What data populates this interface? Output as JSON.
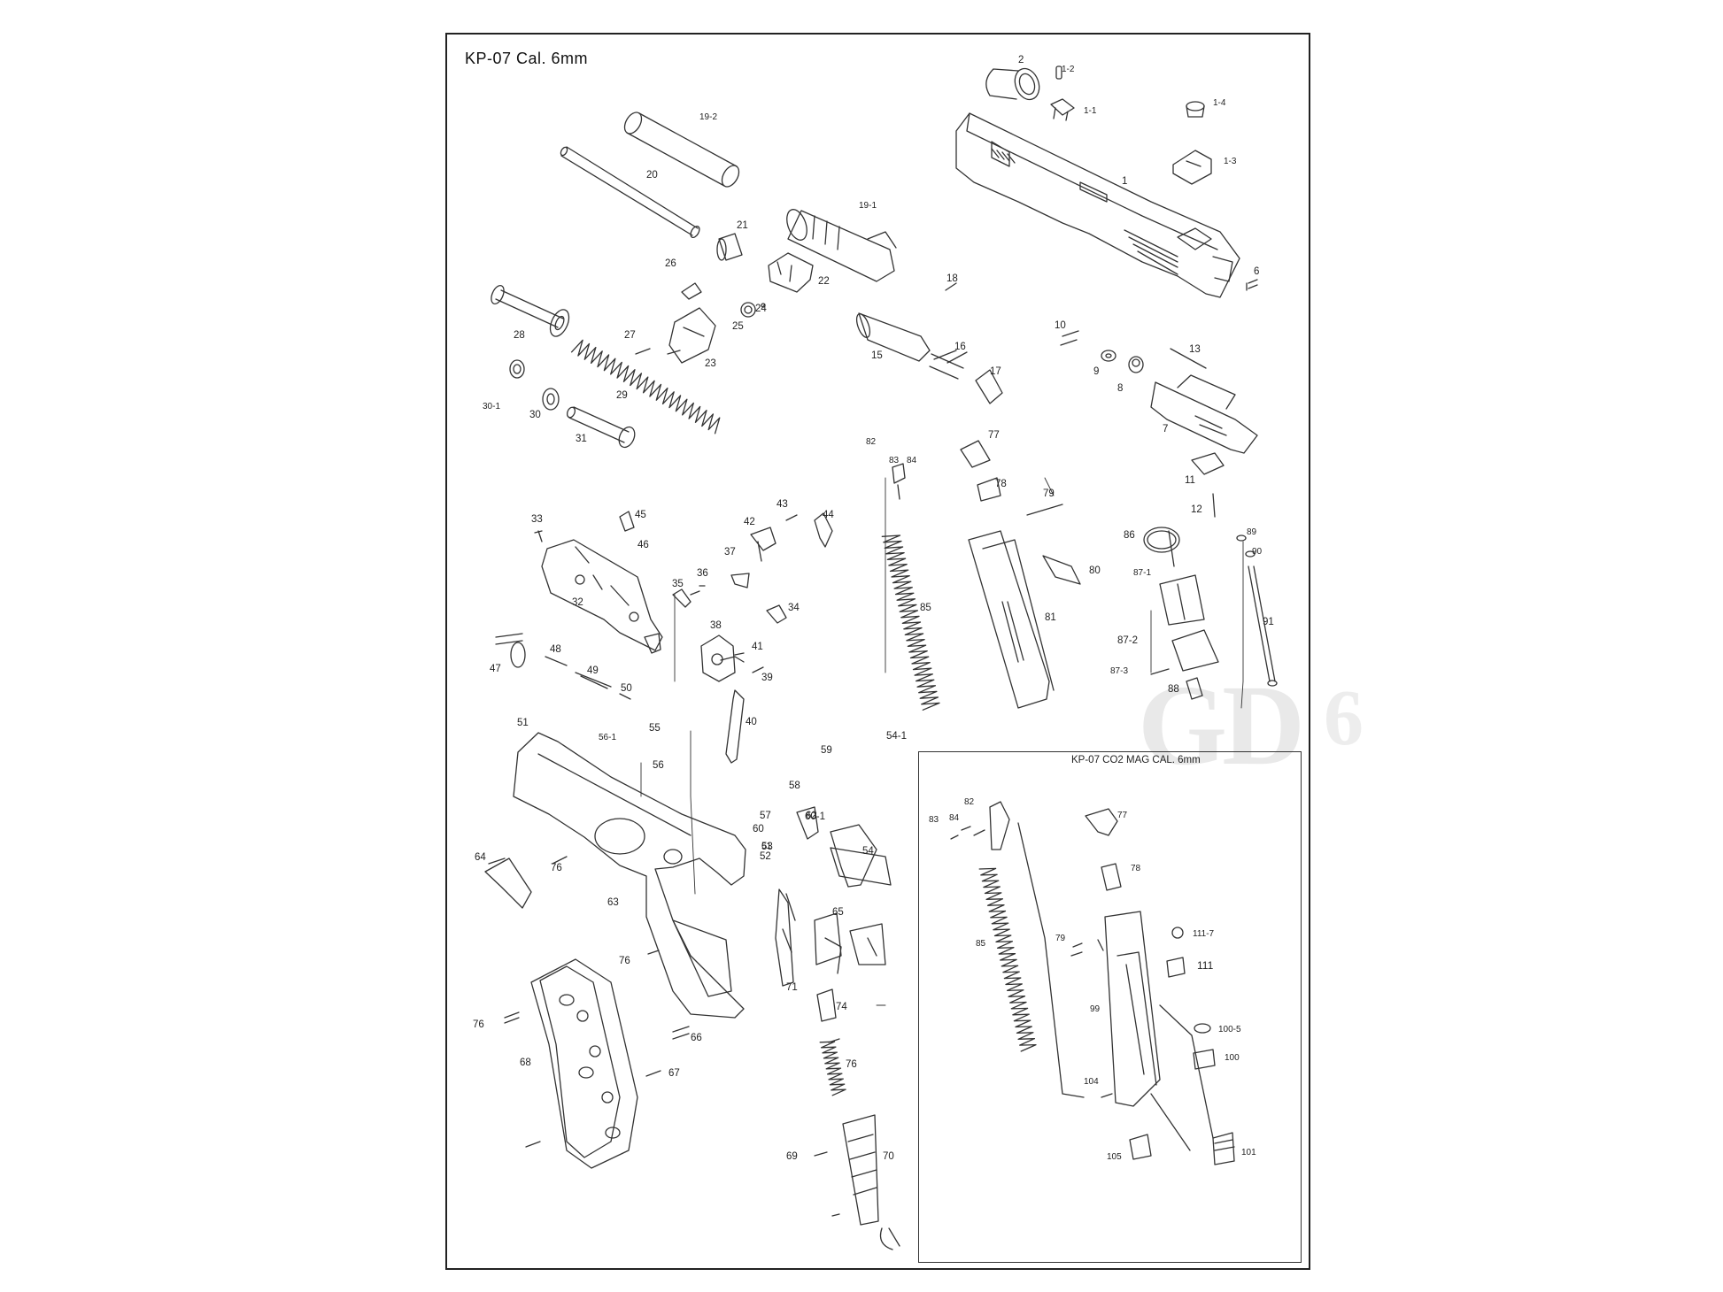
{
  "diagram": {
    "title": "KP-07  Cal.  6mm",
    "inset_title": "KP-07  CO2  MAG  CAL. 6mm",
    "watermark": "GD",
    "watermark_suffix": "6",
    "line_color": "#333333"
  },
  "parts": [
    {
      "id": "p-2",
      "label": "2"
    },
    {
      "id": "p-1-2",
      "label": "1-2"
    },
    {
      "id": "p-1-1",
      "label": "1-1"
    },
    {
      "id": "p-1-4",
      "label": "1-4"
    },
    {
      "id": "p-1-3",
      "label": "1-3"
    },
    {
      "id": "p-1",
      "label": "1"
    },
    {
      "id": "p-6",
      "label": "6"
    },
    {
      "id": "p-19-2",
      "label": "19-2"
    },
    {
      "id": "p-20",
      "label": "20"
    },
    {
      "id": "p-19-1",
      "label": "19-1"
    },
    {
      "id": "p-21",
      "label": "21"
    },
    {
      "id": "p-26",
      "label": "26"
    },
    {
      "id": "p-22",
      "label": "22"
    },
    {
      "id": "p-18",
      "label": "18"
    },
    {
      "id": "p-24",
      "label": "24"
    },
    {
      "id": "p-25",
      "label": "25"
    },
    {
      "id": "p-28",
      "label": "28"
    },
    {
      "id": "p-27",
      "label": "27"
    },
    {
      "id": "p-23",
      "label": "23"
    },
    {
      "id": "p-15",
      "label": "15"
    },
    {
      "id": "p-16",
      "label": "16"
    },
    {
      "id": "p-17",
      "label": "17"
    },
    {
      "id": "p-10",
      "label": "10"
    },
    {
      "id": "p-13",
      "label": "13"
    },
    {
      "id": "p-9",
      "label": "9"
    },
    {
      "id": "p-8",
      "label": "8"
    },
    {
      "id": "p-7",
      "label": "7"
    },
    {
      "id": "p-29",
      "label": "29"
    },
    {
      "id": "p-30-1",
      "label": "30-1"
    },
    {
      "id": "p-30",
      "label": "30"
    },
    {
      "id": "p-31",
      "label": "31"
    },
    {
      "id": "p-82",
      "label": "82"
    },
    {
      "id": "p-83",
      "label": "83"
    },
    {
      "id": "p-84",
      "label": "84"
    },
    {
      "id": "p-77",
      "label": "77"
    },
    {
      "id": "p-78",
      "label": "78"
    },
    {
      "id": "p-79",
      "label": "79"
    },
    {
      "id": "p-11",
      "label": "11"
    },
    {
      "id": "p-12",
      "label": "12"
    },
    {
      "id": "p-33",
      "label": "33"
    },
    {
      "id": "p-45",
      "label": "45"
    },
    {
      "id": "p-46",
      "label": "46"
    },
    {
      "id": "p-43",
      "label": "43"
    },
    {
      "id": "p-42",
      "label": "42"
    },
    {
      "id": "p-44",
      "label": "44"
    },
    {
      "id": "p-37",
      "label": "37"
    },
    {
      "id": "p-36",
      "label": "36"
    },
    {
      "id": "p-35",
      "label": "35"
    },
    {
      "id": "p-32",
      "label": "32"
    },
    {
      "id": "p-34",
      "label": "34"
    },
    {
      "id": "p-86",
      "label": "86"
    },
    {
      "id": "p-89",
      "label": "89"
    },
    {
      "id": "p-90",
      "label": "90"
    },
    {
      "id": "p-80",
      "label": "80"
    },
    {
      "id": "p-87-1",
      "label": "87-1"
    },
    {
      "id": "p-85",
      "label": "85"
    },
    {
      "id": "p-81",
      "label": "81"
    },
    {
      "id": "p-91",
      "label": "91"
    },
    {
      "id": "p-38",
      "label": "38"
    },
    {
      "id": "p-41",
      "label": "41"
    },
    {
      "id": "p-39",
      "label": "39"
    },
    {
      "id": "p-47",
      "label": "47"
    },
    {
      "id": "p-48",
      "label": "48"
    },
    {
      "id": "p-49",
      "label": "49"
    },
    {
      "id": "p-50",
      "label": "50"
    },
    {
      "id": "p-87-2",
      "label": "87-2"
    },
    {
      "id": "p-87-3",
      "label": "87-3"
    },
    {
      "id": "p-88",
      "label": "88"
    },
    {
      "id": "p-40",
      "label": "40"
    },
    {
      "id": "p-51",
      "label": "51"
    },
    {
      "id": "p-56-1",
      "label": "56-1"
    },
    {
      "id": "p-55",
      "label": "55"
    },
    {
      "id": "p-54-1",
      "label": "54-1"
    },
    {
      "id": "p-56",
      "label": "56"
    },
    {
      "id": "p-59",
      "label": "59"
    },
    {
      "id": "p-58",
      "label": "58"
    },
    {
      "id": "p-57",
      "label": "57"
    },
    {
      "id": "p-60-1",
      "label": "60-1"
    },
    {
      "id": "p-60",
      "label": "60"
    },
    {
      "id": "p-61",
      "label": "61"
    },
    {
      "id": "p-62",
      "label": "62"
    },
    {
      "id": "p-53",
      "label": "53"
    },
    {
      "id": "p-52",
      "label": "52"
    },
    {
      "id": "p-54",
      "label": "54"
    },
    {
      "id": "p-64",
      "label": "64"
    },
    {
      "id": "p-76a",
      "label": "76"
    },
    {
      "id": "p-63",
      "label": "63"
    },
    {
      "id": "p-65",
      "label": "65"
    },
    {
      "id": "p-76b",
      "label": "76"
    },
    {
      "id": "p-71",
      "label": "71"
    },
    {
      "id": "p-74",
      "label": "74"
    },
    {
      "id": "p-76c",
      "label": "76"
    },
    {
      "id": "p-66",
      "label": "66"
    },
    {
      "id": "p-68",
      "label": "68"
    },
    {
      "id": "p-67",
      "label": "67"
    },
    {
      "id": "p-76d",
      "label": "76"
    },
    {
      "id": "p-69",
      "label": "69"
    },
    {
      "id": "p-70",
      "label": "70"
    }
  ],
  "inset_parts": [
    {
      "id": "i-82",
      "label": "82"
    },
    {
      "id": "i-83",
      "label": "83"
    },
    {
      "id": "i-84",
      "label": "84"
    },
    {
      "id": "i-77",
      "label": "77"
    },
    {
      "id": "i-78",
      "label": "78"
    },
    {
      "id": "i-85",
      "label": "85"
    },
    {
      "id": "i-79",
      "label": "79"
    },
    {
      "id": "i-111-7",
      "label": "111-7"
    },
    {
      "id": "i-111",
      "label": "111"
    },
    {
      "id": "i-99",
      "label": "99"
    },
    {
      "id": "i-100-5",
      "label": "100-5"
    },
    {
      "id": "i-100",
      "label": "100"
    },
    {
      "id": "i-104",
      "label": "104"
    },
    {
      "id": "i-105",
      "label": "105"
    },
    {
      "id": "i-101",
      "label": "101"
    }
  ]
}
